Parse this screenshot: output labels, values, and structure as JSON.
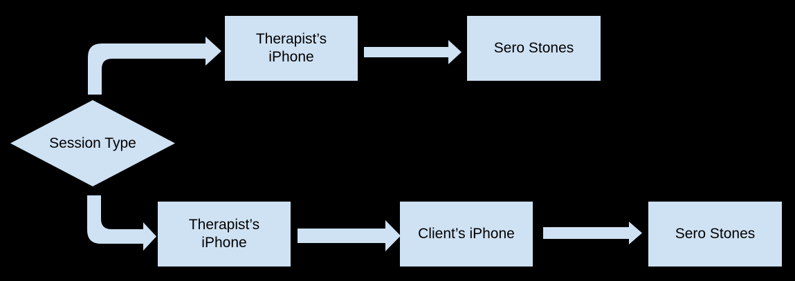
{
  "diagram": {
    "type": "flowchart",
    "background_color": "#000000",
    "node_fill_color": "#cfe2f3",
    "text_color": "#000000",
    "nodes": {
      "decision": {
        "label": "Session Type",
        "shape": "diamond"
      },
      "top_therapist": {
        "label": "Therapist’s\niPhone",
        "shape": "rectangle"
      },
      "top_sero": {
        "label": "Sero Stones",
        "shape": "rectangle"
      },
      "bottom_therapist": {
        "label": "Therapist’s\niPhone",
        "shape": "rectangle"
      },
      "client": {
        "label": "Client’s iPhone",
        "shape": "rectangle"
      },
      "bottom_sero": {
        "label": "Sero Stones",
        "shape": "rectangle"
      }
    },
    "edges": [
      {
        "from": "Session Type",
        "to": "Therapist’s iPhone",
        "branch": "top"
      },
      {
        "from": "Therapist’s iPhone",
        "to": "Sero Stones",
        "branch": "top"
      },
      {
        "from": "Session Type",
        "to": "Therapist’s iPhone",
        "branch": "bottom"
      },
      {
        "from": "Therapist’s iPhone",
        "to": "Client’s iPhone",
        "branch": "bottom"
      },
      {
        "from": "Client’s iPhone",
        "to": "Sero Stones",
        "branch": "bottom"
      }
    ]
  }
}
